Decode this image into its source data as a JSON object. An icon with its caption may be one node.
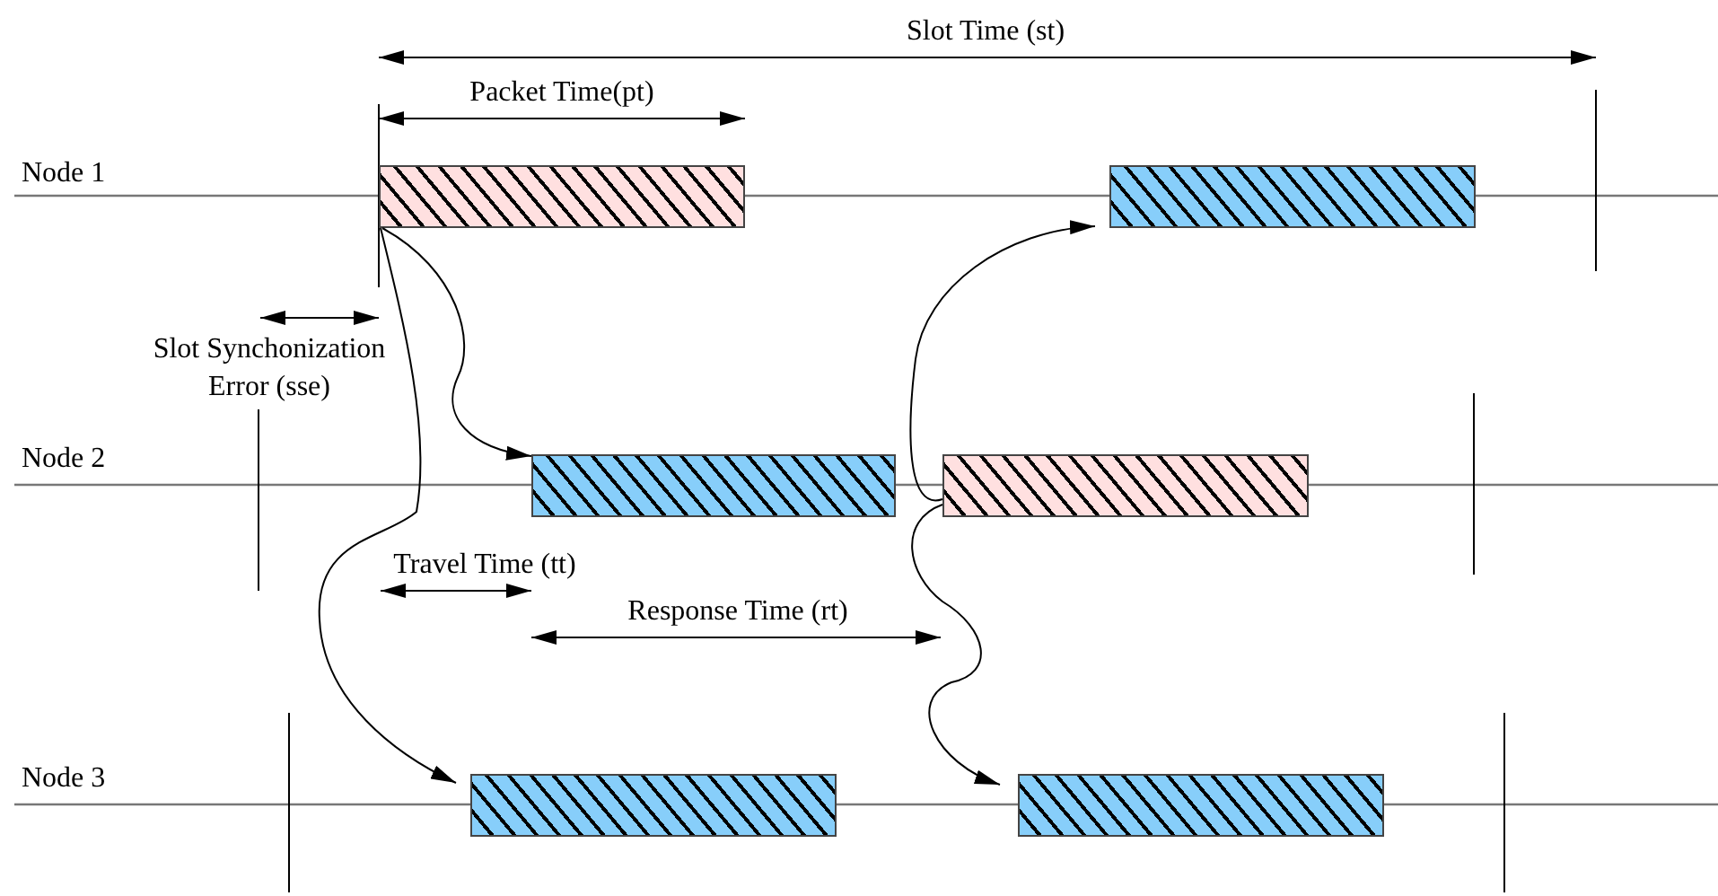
{
  "diagram": {
    "nodes": [
      {
        "text": [],
        "shape": "bar"
      },
      {
        "text": [],
        "shape": "bar"
      },
      {
        "text": [],
        "shape": "bar"
      },
      {
        "text": [],
        "shape": "bar"
      },
      {
        "text": [],
        "shape": "bar"
      },
      {
        "text": [],
        "shape": "bar"
      }
    ],
    "edges": [
      {
        "from": 0,
        "to": 2,
        "arrow": "to"
      },
      {
        "from": 0,
        "to": 4,
        "arrow": "to"
      },
      {
        "from": 3,
        "to": 1,
        "arrow": "to"
      },
      {
        "from": 3,
        "to": 5,
        "arrow": "to"
      }
    ],
    "labels": [
      "Slot Time (st)",
      "Packet Time(pt)",
      "Node 1",
      "Slot Synchonization Error (sse)",
      "Node 2",
      "Travel Time (tt)",
      "Response Time (rt)",
      "Node 3"
    ]
  }
}
